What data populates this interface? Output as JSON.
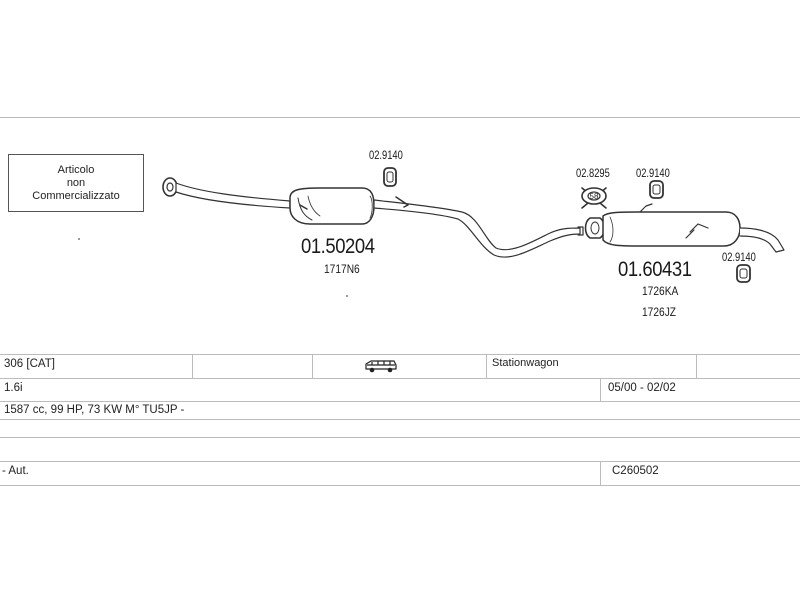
{
  "note": {
    "line1": "Articolo",
    "line2": "non",
    "line3": "Commercializzato"
  },
  "parts": {
    "clamp_top": "02.9140",
    "main_mid": "01.50204",
    "sub_mid": "1717N6",
    "ring_code": "02.8295",
    "ring_badge": "58",
    "clamp_right1": "02.9140",
    "clamp_right2": "02.9140",
    "main_rear": "01.60431",
    "sub_rear1": "1726KA",
    "sub_rear2": "1726JZ"
  },
  "table": {
    "model": "306  [CAT]",
    "body_type": "Stationwagon",
    "engine": "1.6i",
    "dates": "05/00 - 02/02",
    "specs": "1587 cc, 99 HP, 73 KW  M° TU5JP -",
    "gearbox": "- Aut.",
    "code": "C260502"
  },
  "icons": {
    "vehicle": "station-wagon-icon"
  }
}
